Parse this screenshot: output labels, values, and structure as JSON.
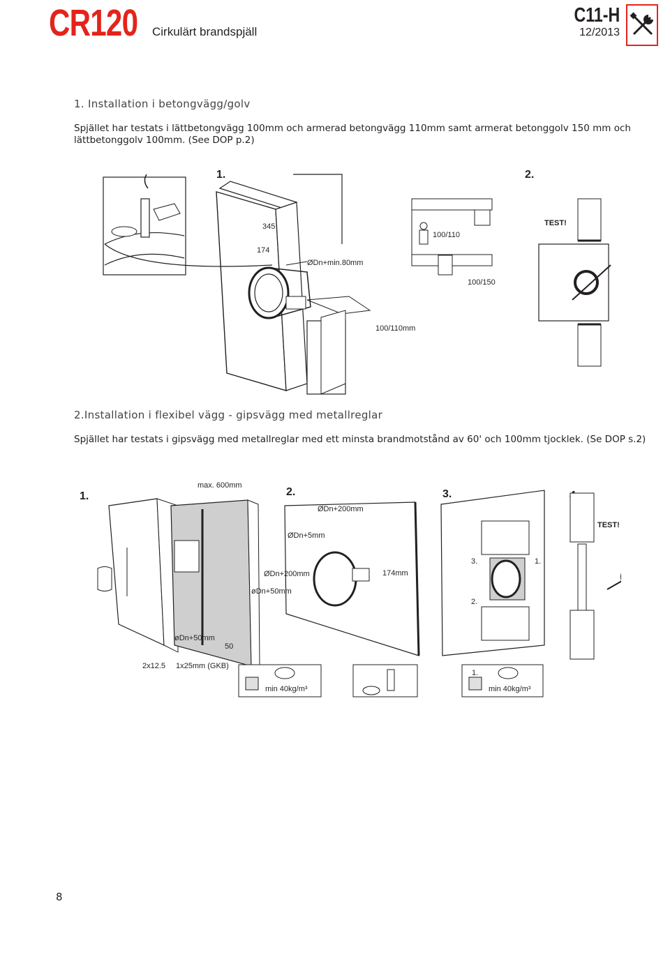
{
  "header": {
    "brand": "CR120",
    "subtitle": "Cirkulärt brandspjäll",
    "code": "C11-H",
    "date": "12/2013",
    "icon": "wrench-screwdriver-icon"
  },
  "section1": {
    "title": "1. Installation i betongvägg/golv",
    "text": "Spjället har testats i lättbetongvägg 100mm och armerad betongvägg 110mm samt armerat betonggolv 150 mm och lättbetonggolv 100mm. (See DOP p.2)",
    "figure": {
      "step1": "1.",
      "step2": "2.",
      "dim_345": "345",
      "dim_174": "174",
      "diameter": "ØDn+min.80mm",
      "wall_thickness": "100/110mm",
      "spacing_1": "100/110",
      "spacing_2": "100/150",
      "test": "TEST!"
    }
  },
  "section2": {
    "title": "2.Installation i flexibel vägg -  gipsvägg med metallreglar",
    "text": "Spjället har testats i gipsvägg med metallreglar med ett minsta brandmotstånd av 60' och 100mm tjocklek. (Se DOP s.2)",
    "figure": {
      "step1": "1.",
      "step2": "2.",
      "step3": "3.",
      "step4": "4.",
      "max_spacing": "max. 600mm",
      "diam_200_top": "ØDn+200mm",
      "diam_5": "ØDn+5mm",
      "diam_200_side": "ØDn+200mm",
      "diam_50_side": "øDn+50mm",
      "dim_174": "174mm",
      "diam_50_bottom": "øDn+50mm",
      "dim_50": "50",
      "board_1": "2x12.5",
      "board_2": "1x25mm (GKB)",
      "wool_left": "min 40kg/m³",
      "wool_right": "min 40kg/m³",
      "sub_3": "3.",
      "sub_1": "1.",
      "sub_2": "2.",
      "sub_1b": "1.",
      "test": "TEST!"
    }
  },
  "footer": {
    "page": "8"
  }
}
